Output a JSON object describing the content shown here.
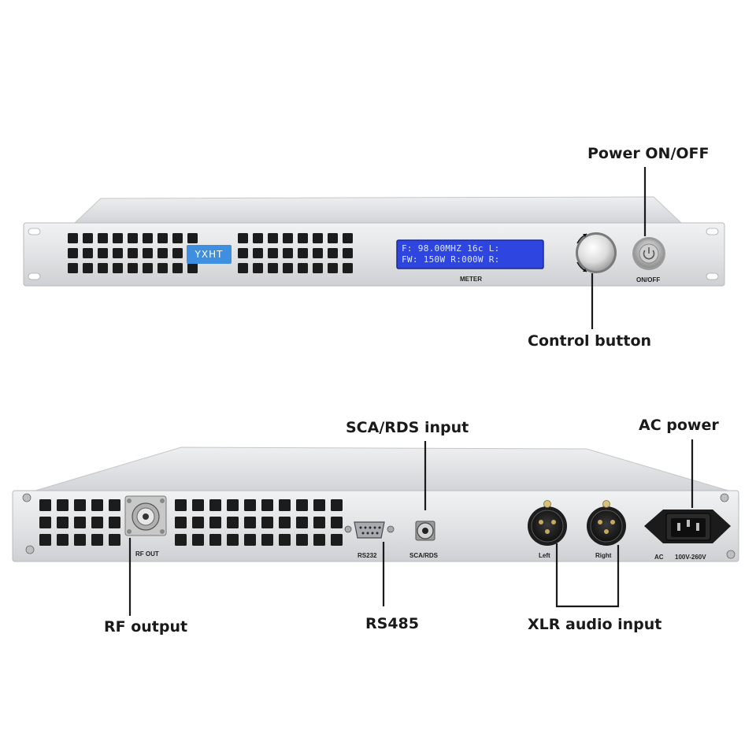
{
  "front_panel": {
    "brand": "YXHT",
    "display_line_1": "F: 98.00MHZ 16c L:",
    "display_line_2": "FW: 150W R:000W R:",
    "meter_label": "METER",
    "power_switch_label": "ON/OFF"
  },
  "rear_panel": {
    "rf_out_label": "RF OUT",
    "rs232_label": "RS232",
    "sca_rds_label": "SCA/RDS",
    "xlr_left_label": "Left",
    "xlr_right_label": "Right",
    "ac_label": "AC",
    "voltage_label": "100V-260V"
  },
  "callouts": {
    "power": "Power ON/OFF",
    "control": "Control button",
    "sca_rds": "SCA/RDS input",
    "ac_power": "AC power",
    "rf_output": "RF output",
    "rs485": "RS485",
    "xlr": "XLR audio input"
  },
  "colors": {
    "chassis": "#d9dadc",
    "display": "#2f45e0",
    "brand_badge": "#3f8fe0",
    "vent": "#1c1c1c"
  }
}
